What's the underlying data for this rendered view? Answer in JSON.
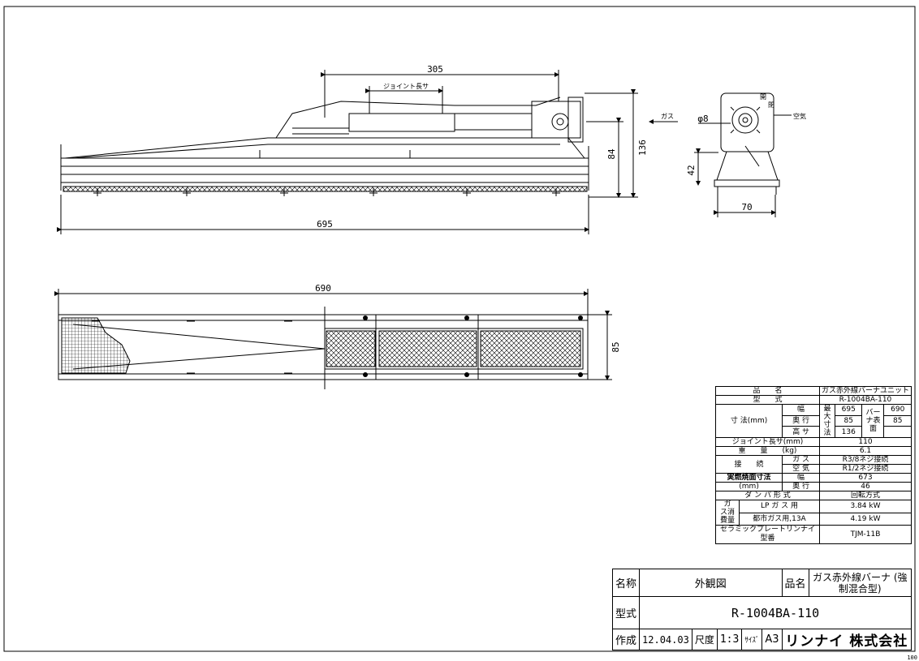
{
  "drawing": {
    "front_view": {
      "dim_305": "305",
      "joint_length": "ジョイント長サ",
      "gas_label": "ガス",
      "dim_136": "136",
      "dim_84": "84",
      "dim_695": "695"
    },
    "side_view": {
      "dim_phi8": "φ8",
      "air_label": "空気",
      "open_label": "開",
      "close_label": "閉",
      "dim_42": "42",
      "dim_70": "70"
    },
    "top_view": {
      "dim_690": "690",
      "dim_85": "85"
    }
  },
  "spec_table": {
    "product_name_label": "品　　名",
    "product_name": "ガス赤外線バーナユニット",
    "model_label": "型　　式",
    "model": "R-1004BA-110",
    "dimensions_label": "寸 法(mm)",
    "width_label": "幅",
    "depth_label": "奥 行",
    "height_label": "高 サ",
    "max_dim_label": "最大寸法",
    "max_width": "695",
    "max_depth": "85",
    "max_height": "136",
    "burner_surface_label": "バーナ表 面",
    "burner_width": "690",
    "burner_depth": "85",
    "joint_length_label": "ジョイント長サ(mm)",
    "joint_length": "110",
    "weight_label": "重　　量　　(kg)",
    "weight": "6.1",
    "connection_label": "接　　続",
    "gas_label": "ガ ス",
    "gas_connection": "R3/8ネジ接続",
    "air_label": "空 気",
    "air_connection": "R1/2ネジ接続",
    "actual_burn_label": "実燃焼面寸法",
    "actual_burn_unit": "(mm)",
    "actual_width": "673",
    "actual_depth": "46",
    "damper_label": "ダ ン パ 形 式",
    "damper": "回転方式",
    "gas_consumption_label": "ガ　ス消費量",
    "lp_gas_label": "LP ガ ス 用",
    "lp_gas": "3.84 kW",
    "city_gas_label": "都市ガス用,13A",
    "city_gas": "4.19 kW",
    "ceramic_label": "セラミックプレートリンナイ型番",
    "ceramic": "TJM-11B"
  },
  "title_block": {
    "name_label": "名称",
    "name": "外観図",
    "product_label": "品名",
    "product": "ガス赤外線バーナ (強制混合型)",
    "model_label": "型式",
    "model": "R-1004BA-110",
    "created_label": "作成",
    "created": "12.04.03",
    "scale_label": "尺度",
    "scale": "1:3",
    "size_label": "ｻｲｽﾞ",
    "size": "A3",
    "company": "リンナイ 株式会社"
  },
  "page_number": "100"
}
